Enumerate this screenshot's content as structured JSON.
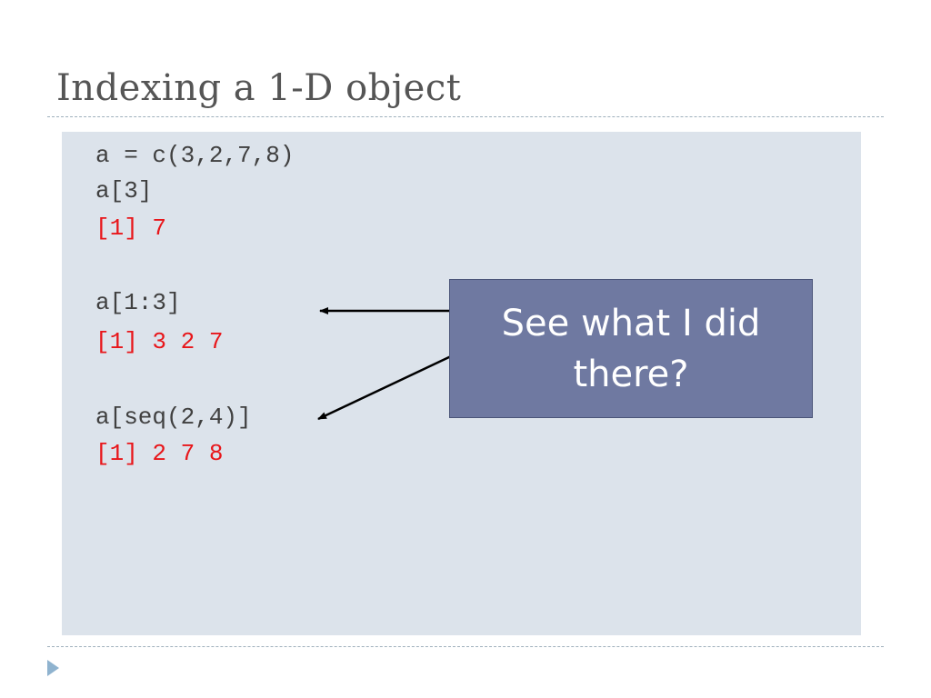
{
  "slide": {
    "title": "Indexing a 1-D object",
    "code_lines": [
      {
        "text": "a = c(3,2,7,8)",
        "kind": "input"
      },
      {
        "text": "a[3]",
        "kind": "input"
      },
      {
        "text": "[1] 7",
        "kind": "output"
      },
      {
        "text": "a[1:3]",
        "kind": "input"
      },
      {
        "text": "[1] 3 2 7",
        "kind": "output"
      },
      {
        "text": "a[seq(2,4)]",
        "kind": "input"
      },
      {
        "text": "[1] 2 7 8",
        "kind": "output"
      }
    ],
    "callout": "See what  I did\nthere?",
    "colors": {
      "code_background": "#dce3eb",
      "output_text": "#e8161a",
      "callout_fill": "#6f79a1",
      "bullet": "#8fb3cf"
    },
    "icons": {
      "bullet": "triangle-bullet-icon",
      "pointer": "arrow-left-icon"
    }
  }
}
